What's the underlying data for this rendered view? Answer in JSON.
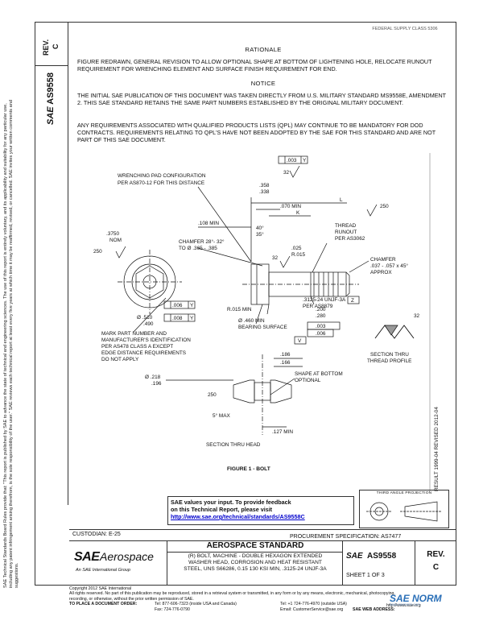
{
  "side_text": "SAE Technical Standards Board Rules provide that: \"This report is published by SAE to advance the state of technical and engineering sciences. The use of this report is entirely voluntary, and its applicability and suitability for any particular use, including any patent infringement arising therefrom, is the sole responsibility of the user.\" SAE reviews each technical report at least every five years at which time it may be reaffirmed, revised, or cancelled. SAE invites your written comments and suggestions.",
  "rev_header": {
    "rev": "REV.",
    "letter": "C",
    "doc": "AS9558",
    "sae": "SAE"
  },
  "stamp": "FEDERAL SUPPLY CLASS 5306",
  "rationale": {
    "heading": "RATIONALE",
    "text": "FIGURE REDRAWN, GENERAL REVISION TO ALLOW OPTIONAL SHAPE AT BOTTOM OF LIGHTENING HOLE, RELOCATE RUNOUT REQUIREMENT FOR WRENCHING ELEMENT AND SURFACE FINISH REQUIREMENT FOR END."
  },
  "notice": {
    "heading": "NOTICE",
    "p1": "THE INITIAL SAE PUBLICATION OF THIS DOCUMENT WAS TAKEN DIRECTLY FROM U.S. MILITARY STANDARD MS9558E, AMENDMENT 2. THIS SAE STANDARD RETAINS THE SAME PART NUMBERS ESTABLISHED BY THE ORIGINAL MILITARY DOCUMENT.",
    "p2": "ANY REQUIREMENTS ASSOCIATED WITH QUALIFIED PRODUCTS LISTS (QPL) MAY CONTINUE TO BE MANDATORY FOR DOD CONTRACTS. REQUIREMENTS RELATING TO QPL'S HAVE NOT BEEN ADOPTED BY THE SAE FOR THIS STANDARD AND ARE NOT PART OF THIS SAE DOCUMENT."
  },
  "drawing": {
    "wrench_pad": "WRENCHING PAD CONFIGURATION",
    "wrench_pad2": "PER AS870-12 FOR THIS DISTANCE",
    "d3750": ".3750",
    "nom": "NOM",
    "v250a": "250",
    "tol003": ".003",
    "datY": "Y",
    "v32a": "32",
    "d358": ".358",
    "d338": ".338",
    "L": "L",
    "d070": ".070 MIN",
    "K": "K",
    "d108": ".108 MIN",
    "ang40": "40°",
    "ang35": "35°",
    "chamfer": "CHAMFER 28°- 32°",
    "chamfer2": "TO Ø .365 - .385",
    "v32b": "32",
    "d025": ".025",
    "r015": "R.015",
    "v250b": "250",
    "thread_runout": "THREAD",
    "thread_runout2": "RUNOUT",
    "thread_runout3": "PER AS3062",
    "chamfer_end": "CHAMFER",
    "chamfer_end2": ".037 - .057 x 45°",
    "approx": "APPROX",
    "tol006a": ".006",
    "tol008": ".008",
    "d510": "Ø .510",
    "d490": ".490",
    "r015min": "R.015 MIN",
    "d460": "Ø .460 MIN",
    "bearing": "BEARING SURFACE",
    "d200": ".200",
    "d280": ".280",
    "thread": ".3125-24 UNJF-3A",
    "datZ": "Z",
    "as8879": "PER AS8879",
    "tol003m": ".003",
    "tol006b": ".006",
    "datV": "V",
    "mark1": "MARK PART NUMBER AND",
    "mark2": "MANUFACTURER'S IDENTIFICATION",
    "mark3": "PER AS478 CLASS A EXCEPT",
    "mark4": "EDGE DISTANCE REQUIREMENTS",
    "mark5": "DO NOT APPLY",
    "v32c": "32",
    "thread_prof1": "SECTION THRU",
    "thread_prof2": "THREAD PROFILE",
    "d186": ".186",
    "d166": ".166",
    "d218": "Ø .218",
    "d196": ".196",
    "shape1": "SHAPE AT BOTTOM",
    "shape2": "OPTIONAL",
    "v250c": "250",
    "max5": "5° MAX",
    "d127": ".127 MIN",
    "section_head": "SECTION THRU HEAD",
    "figure": "FIGURE 1 - BOLT",
    "side_right": "RESULT 1999-04    REVISED 2012-04"
  },
  "feedback": {
    "line1": "SAE values your input. To provide feedback",
    "line2": "on this Technical Report, please visit",
    "link": "http://www.sae.org/technical/standards/AS9558C"
  },
  "third_angle": "THIRD ANGLE PROJECTION",
  "custodian": "CUSTODIAN: E-25",
  "procurement": "PROCUREMENT SPECIFICATION: AS7477",
  "title": {
    "sae": "SAE",
    "aerospace": "Aerospace",
    "intl": "An SAE International Group",
    "standard": "AEROSPACE STANDARD",
    "desc1": "(R) BOLT, MACHINE - DOUBLE HEXAGON EXTENDED",
    "desc2": "WASHER HEAD, CORROSION AND HEAT RESISTANT",
    "desc3": "STEEL, UNS S66286, 0.15 130 KSI MIN, .3125-24 UNJF-3A",
    "sae2": "SAE",
    "number": "AS9558",
    "sheet": "SHEET 1 OF 3",
    "rev": "REV.",
    "rev_letter": "C"
  },
  "footer": {
    "copy": "Copyright 2012 SAE International",
    "rights": "All rights reserved. No part of this publication may be reproduced, stored in a retrieval system or transmitted, in any form or by any means, electronic, mechanical, photocopying, recording, or otherwise, without the prior written permission of SAE.",
    "order": "TO PLACE A DOCUMENT ORDER:",
    "tel1": "Tel: 877-606-7323 (inside USA and Canada)",
    "tel2": "Tel: +1 724-776-4970 (outside USA)",
    "fax": "Fax: 724-776-0790",
    "email": "Email: CustomerService@sae.org",
    "web": "SAE WEB ADDRESS:",
    "webaddr": "http://www.sae.org"
  },
  "watermark": {
    "brand": "SAE NORM",
    "sub": "www.saenorm.com"
  }
}
